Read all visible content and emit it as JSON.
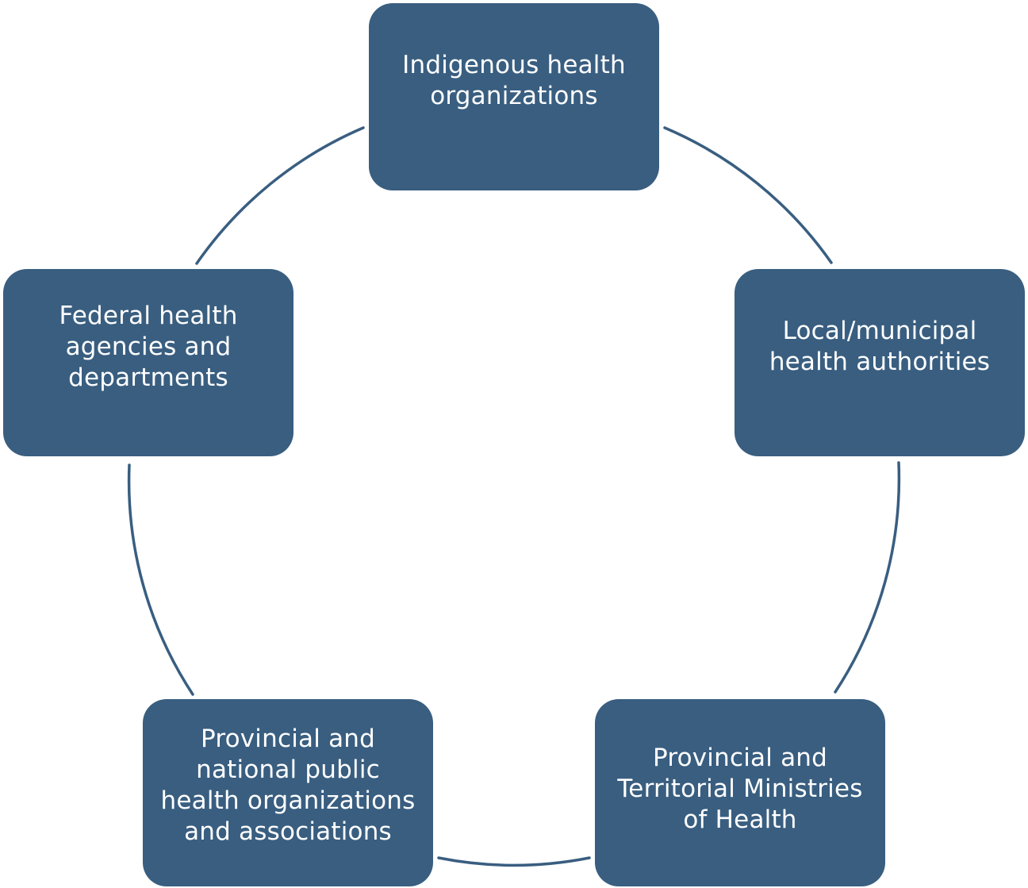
{
  "colors": {
    "node_fill": "#395e80",
    "connector": "#395e80",
    "node_text": "#ffffff",
    "background": "#ffffff"
  },
  "nodes": [
    {
      "id": "indigenous",
      "label": "Indigenous health organizations"
    },
    {
      "id": "local",
      "label": "Local/municipal health authorities"
    },
    {
      "id": "provincial-territorial",
      "label": "Provincial and Territorial Ministries of Health"
    },
    {
      "id": "provincial-national",
      "label": "Provincial and national public health organizations and associations"
    },
    {
      "id": "federal",
      "label": "Federal health agencies and departments"
    }
  ]
}
